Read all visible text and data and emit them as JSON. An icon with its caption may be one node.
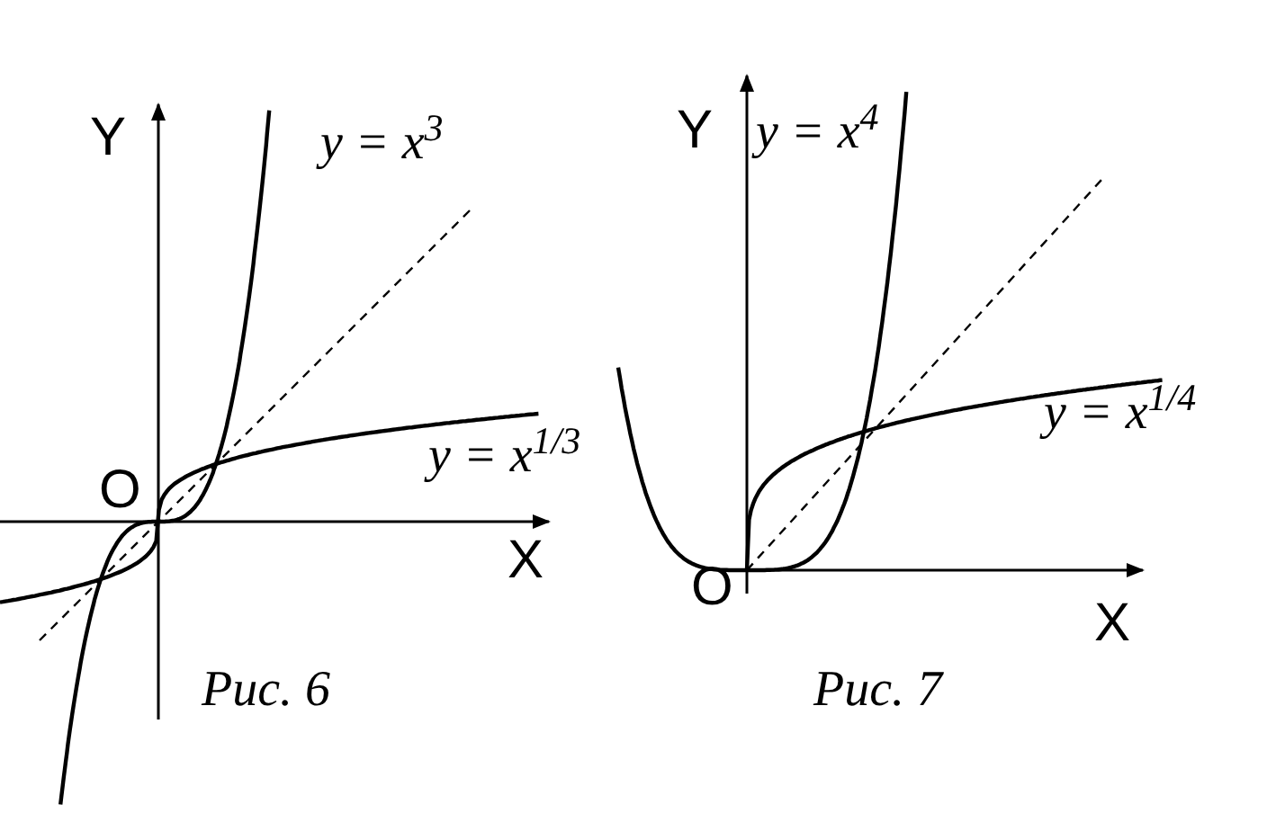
{
  "diagram": {
    "labels": [
      "Y",
      "y = x$^{3}$",
      "y = x$^{1/3}$",
      "O",
      "X",
      "Рис. 6",
      "Y",
      "y = x$^{4}$",
      "y = x$^{1/4}$",
      "O",
      "X",
      "Рис. 7"
    ]
  }
}
